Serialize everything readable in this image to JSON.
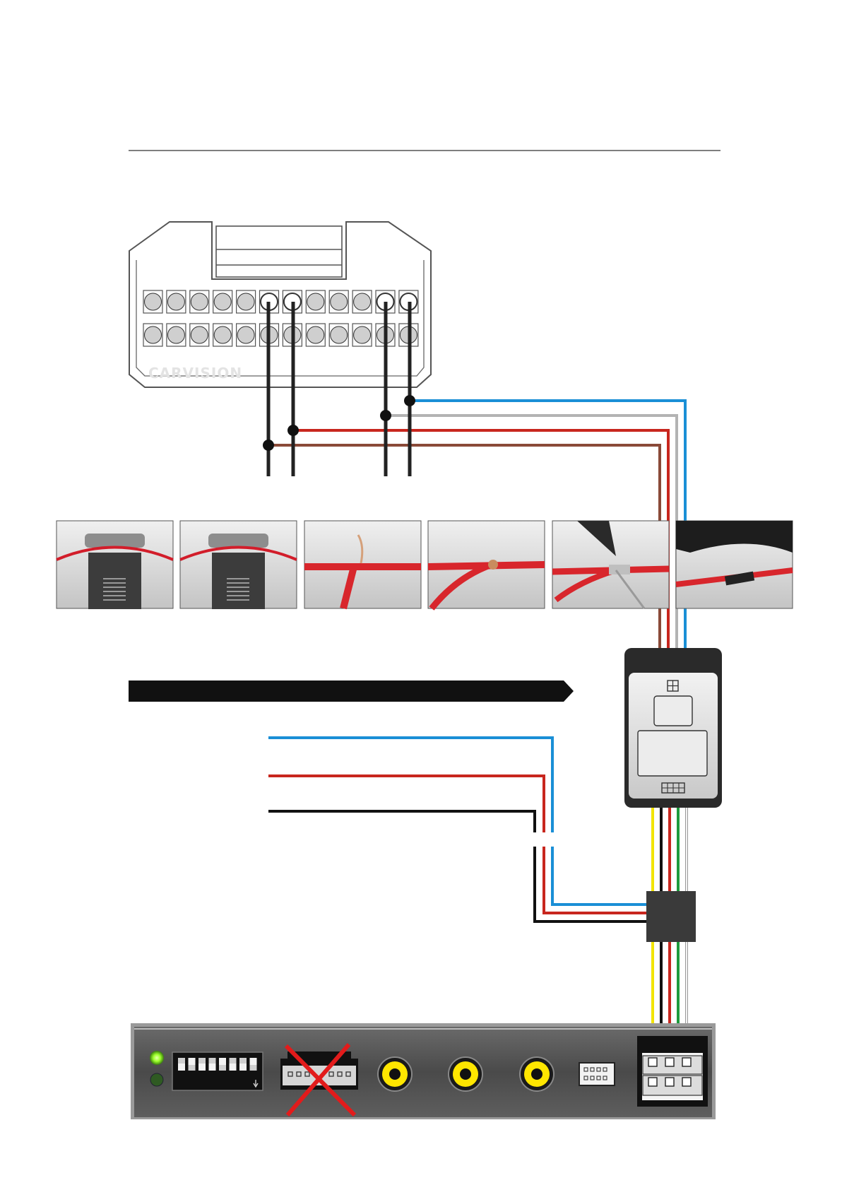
{
  "document": {
    "watermark": "CARVISION"
  },
  "colors": {
    "wire_blue": "#1a8fd6",
    "wire_grey": "#b3b3b3",
    "wire_red": "#c8261e",
    "wire_brown": "#8a4a38",
    "wire_black": "#111111",
    "wire_yellow": "#f2e400",
    "wire_green": "#1e9a3c",
    "wire_white": "#f4f4f4",
    "arrow": "#111111",
    "cross_out": "#e21b1b",
    "led_green": "#9cff2a",
    "rca_yellow": "#ffe600"
  },
  "photos": [
    {
      "name": "strip-step-1"
    },
    {
      "name": "strip-step-2"
    },
    {
      "name": "twist-step"
    },
    {
      "name": "joint-step"
    },
    {
      "name": "solder-step"
    },
    {
      "name": "insulate-step"
    }
  ],
  "connector_pins": {
    "rows": 2,
    "cols": 12,
    "highlighted_top_row": [
      6,
      7,
      11,
      12
    ]
  },
  "interface_module": {
    "icons": [
      "connector-small-icon",
      "connector-multi-icon"
    ]
  },
  "main_unit": {
    "dip_switches": 8,
    "rca_jacks": 3,
    "status_leds": 2
  }
}
